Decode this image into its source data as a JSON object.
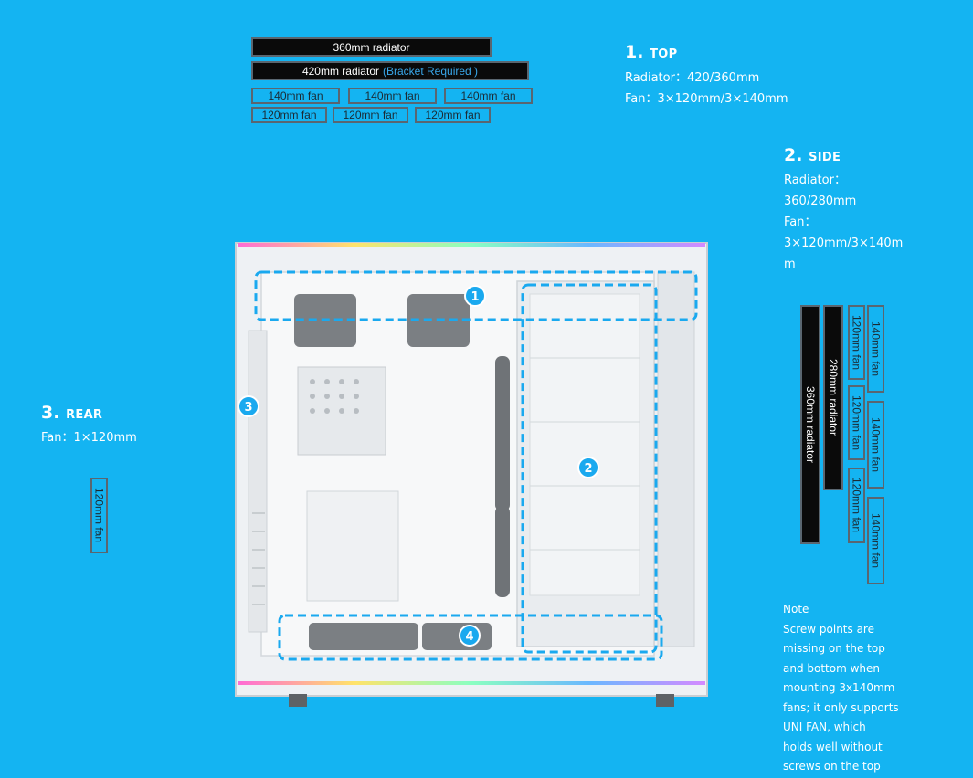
{
  "top_diagram": {
    "radiator_360": "360mm radiator",
    "radiator_420_main": "420mm radiator",
    "radiator_420_note": "(Bracket Required )",
    "fans_140": [
      "140mm fan",
      "140mm fan",
      "140mm fan"
    ],
    "fans_120": [
      "120mm fan",
      "120mm fan",
      "120mm fan"
    ]
  },
  "section_top": {
    "number": "1.",
    "title": "TOP",
    "radiator": "Radiator：420/360mm",
    "fan": "Fan：3×120mm/3×140mm"
  },
  "section_side": {
    "number": "2.",
    "title": "SIDE",
    "lines": [
      "Radiator：",
      "360/280mm",
      "Fan：",
      "3×120mm/3×140m",
      "m"
    ]
  },
  "section_rear": {
    "number": "3.",
    "title": "REAR",
    "fan": "Fan：1×120mm",
    "fan_bar": "120mm fan"
  },
  "side_diagram": {
    "radiator_360": "360mm radiator",
    "radiator_280": "280mm radiator",
    "fans_120": [
      "120mm fan",
      "120mm fan",
      "120mm fan"
    ],
    "fans_140": [
      "140mm fan",
      "140mm fan",
      "140mm fan"
    ]
  },
  "note": {
    "title": "Note",
    "lines": [
      "Screw points are",
      "missing on the top",
      "and bottom when",
      "mounting 3x140mm",
      "fans; it only supports",
      "UNI FAN, which",
      "holds well without",
      "screws on the top"
    ]
  },
  "case_markers": [
    "1",
    "2",
    "3",
    "4"
  ],
  "colors": {
    "background": "#14b4f2",
    "marker": "#1aa9ef",
    "zone_outline": "#1aa9ef",
    "bar_dark": "#0a0a0a"
  }
}
